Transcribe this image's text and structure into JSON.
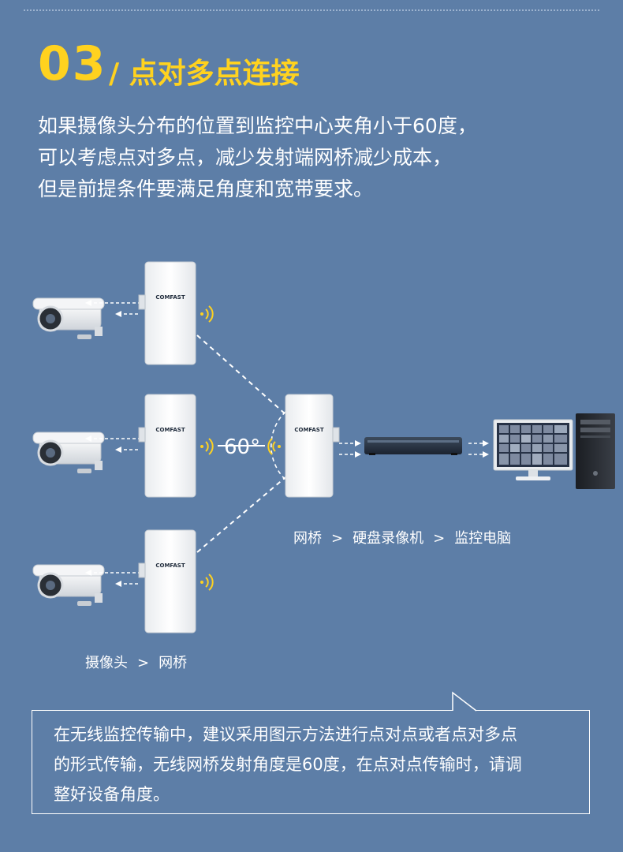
{
  "header": {
    "step_number": "03",
    "title": "/ 点对多点连接"
  },
  "intro": {
    "lines": [
      "如果摄像头分布的位置到监控中心夹角小于60度，",
      "可以考虑点对多点，减少发射端网桥减少成本，",
      "但是前提条件要满足角度和宽带要求。"
    ]
  },
  "diagram": {
    "brand_label": "COMFAST",
    "angle_label": "60°",
    "chain_right": [
      "网桥",
      "硬盘录像机",
      "监控电脑"
    ],
    "chain_left": [
      "摄像头",
      "网桥"
    ],
    "separator": ">"
  },
  "note": {
    "lines": [
      "在无线监控传输中，建议采用图示方法进行点对点或者点对多点",
      "的形式传输，无线网桥发射角度是60度，在点对点传输时，请调",
      "整好设备角度。"
    ]
  },
  "colors": {
    "background": "#5d7ea7",
    "accent": "#ffd21f",
    "text": "#ffffff"
  }
}
